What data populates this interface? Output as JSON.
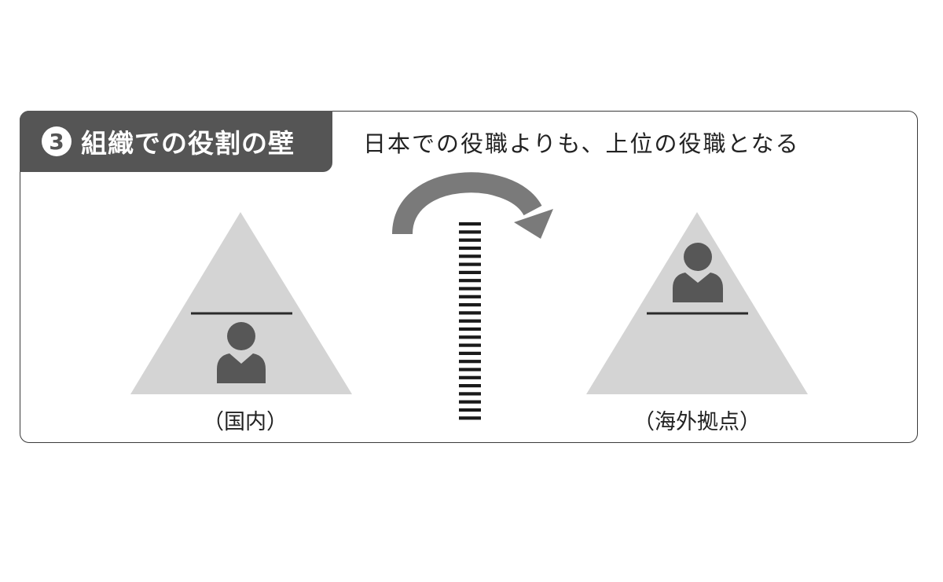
{
  "header": {
    "number_badge": "3",
    "title": "組織での役割の壁",
    "subtitle": "日本での役職よりも、上位の役職となる"
  },
  "left_pyramid": {
    "caption": "（国内）"
  },
  "right_pyramid": {
    "caption": "（海外拠点）"
  },
  "colors": {
    "tab": "#555555",
    "pyramid": "#d4d4d4",
    "person": "#575757",
    "arrow": "#7a7a7a",
    "wall": "#1a1a1a"
  }
}
